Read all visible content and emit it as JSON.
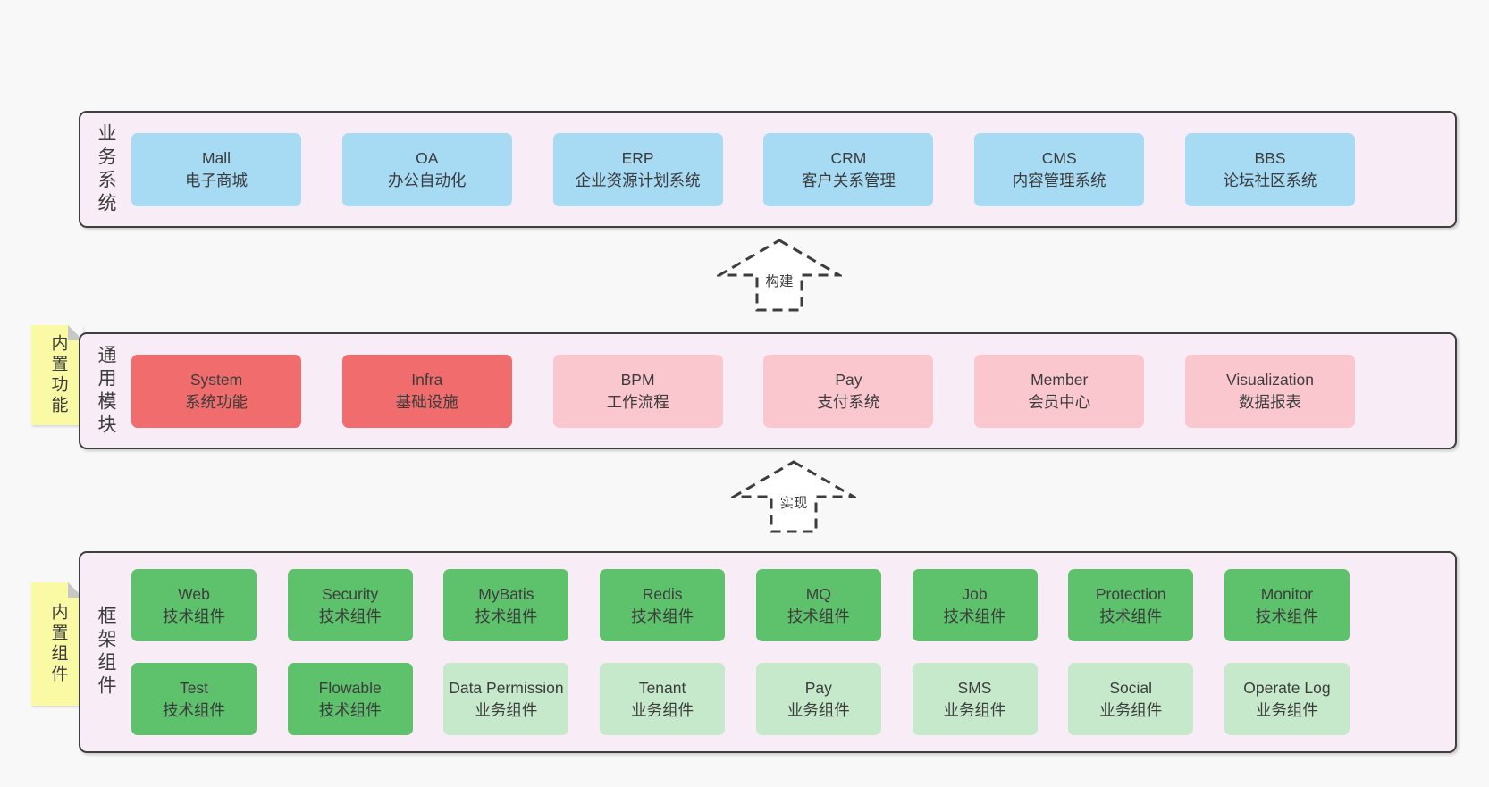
{
  "colors": {
    "page_bg": "#f8f8f8",
    "panel_bg": "#f8edf6",
    "panel_border": "#3f3f3f",
    "blue": "#a7daf3",
    "red": "#f16c6c",
    "pink": "#fbc7cf",
    "green": "#5ec26d",
    "green_light": "#c6e9cc",
    "sticky_yellow": "#fafaa5",
    "sticky_fold": "#c7c7c7",
    "text": "#3c3c3c"
  },
  "stickies": [
    {
      "label": "内置功能"
    },
    {
      "label": "内置组件"
    }
  ],
  "arrows": [
    {
      "label": "构建"
    },
    {
      "label": "实现"
    }
  ],
  "layers": [
    {
      "label": "业务系统",
      "boxes": [
        {
          "title": "Mall",
          "subtitle": "电子商城"
        },
        {
          "title": "OA",
          "subtitle": "办公自动化"
        },
        {
          "title": "ERP",
          "subtitle": "企业资源计划系统"
        },
        {
          "title": "CRM",
          "subtitle": "客户关系管理"
        },
        {
          "title": "CMS",
          "subtitle": "内容管理系统"
        },
        {
          "title": "BBS",
          "subtitle": "论坛社区系统"
        }
      ]
    },
    {
      "label": "通用模块",
      "boxes": [
        {
          "title": "System",
          "subtitle": "系统功能"
        },
        {
          "title": "Infra",
          "subtitle": "基础设施"
        },
        {
          "title": "BPM",
          "subtitle": "工作流程"
        },
        {
          "title": "Pay",
          "subtitle": "支付系统"
        },
        {
          "title": "Member",
          "subtitle": "会员中心"
        },
        {
          "title": "Visualization",
          "subtitle": "数据报表"
        }
      ]
    },
    {
      "label": "框架组件",
      "rows": [
        [
          {
            "title": "Web",
            "subtitle": "技术组件"
          },
          {
            "title": "Security",
            "subtitle": "技术组件"
          },
          {
            "title": "MyBatis",
            "subtitle": "技术组件"
          },
          {
            "title": "Redis",
            "subtitle": "技术组件"
          },
          {
            "title": "MQ",
            "subtitle": "技术组件"
          },
          {
            "title": "Job",
            "subtitle": "技术组件"
          },
          {
            "title": "Protection",
            "subtitle": "技术组件"
          },
          {
            "title": "Monitor",
            "subtitle": "技术组件"
          }
        ],
        [
          {
            "title": "Test",
            "subtitle": "技术组件"
          },
          {
            "title": "Flowable",
            "subtitle": "技术组件"
          },
          {
            "title": "Data Permission",
            "subtitle": "业务组件"
          },
          {
            "title": "Tenant",
            "subtitle": "业务组件"
          },
          {
            "title": "Pay",
            "subtitle": "业务组件"
          },
          {
            "title": "SMS",
            "subtitle": "业务组件"
          },
          {
            "title": "Social",
            "subtitle": "业务组件"
          },
          {
            "title": "Operate Log",
            "subtitle": "业务组件"
          }
        ]
      ]
    }
  ]
}
